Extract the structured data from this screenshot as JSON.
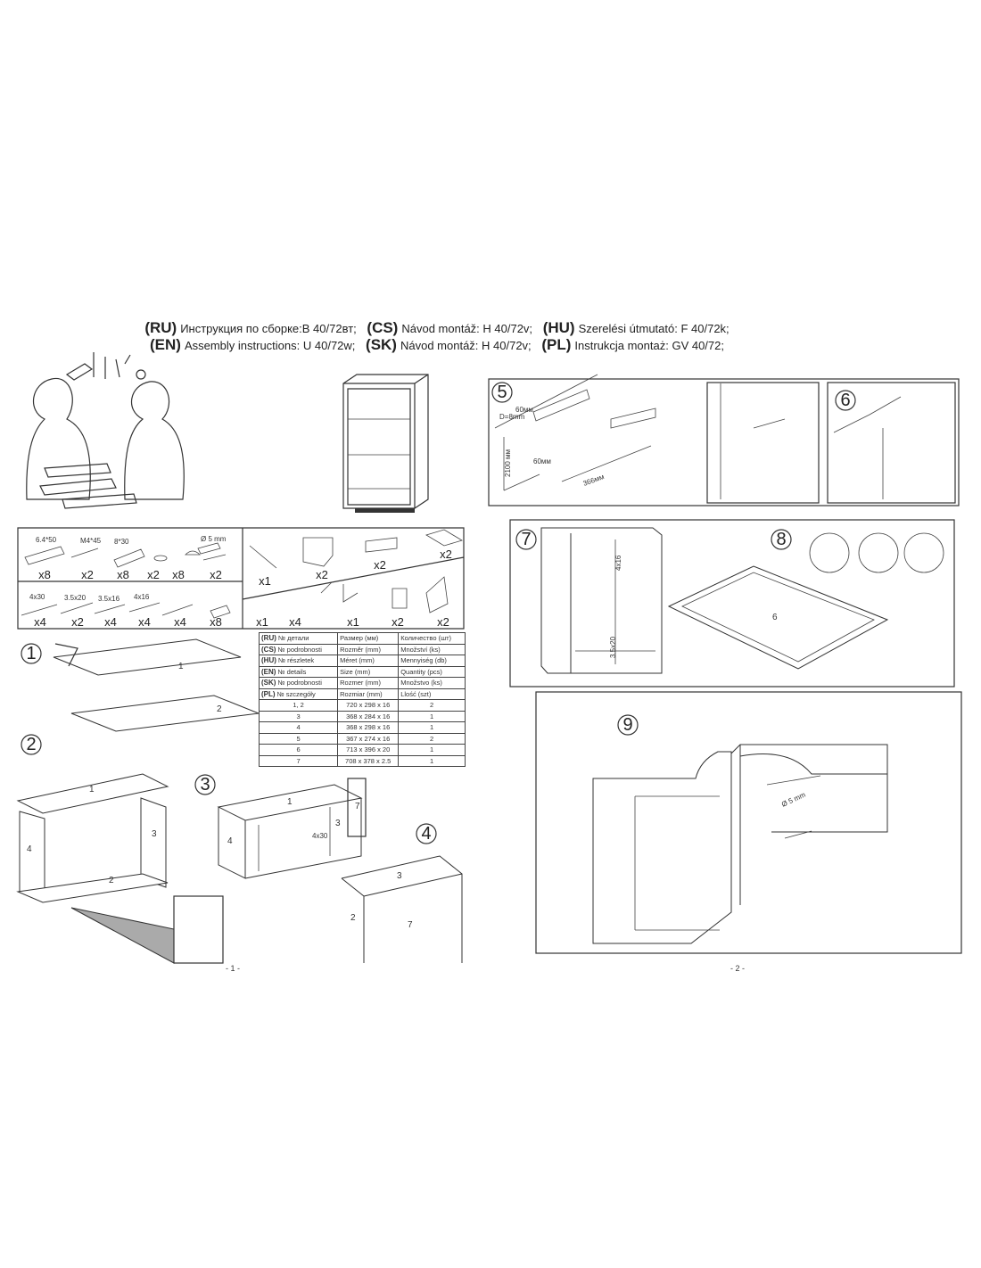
{
  "header": {
    "line1": [
      {
        "code": "(RU)",
        "text": "Инструкция по сборке:В 40/72вт;"
      },
      {
        "code": "(CS)",
        "text": "Návod montáž: H 40/72v;"
      },
      {
        "code": "(HU)",
        "text": "Szerelési útmutató: F 40/72k;"
      }
    ],
    "line2": [
      {
        "code": "(EN)",
        "text": "Assembly instructions: U 40/72w;"
      },
      {
        "code": "(SK)",
        "text": "Návod montáž: H 40/72v;"
      },
      {
        "code": "(PL)",
        "text": "Instrukcja montaż: GV 40/72;"
      }
    ]
  },
  "hardware": {
    "row1": [
      {
        "label": "6.4*50",
        "count": "x8"
      },
      {
        "label": "M4*45",
        "count": "x2"
      },
      {
        "label": "8*30",
        "count": "x8"
      },
      {
        "label": "",
        "count": "x2"
      },
      {
        "label": "",
        "count": "x8"
      },
      {
        "label": "Ø 5 mm",
        "count": "x2"
      }
    ],
    "row2": [
      {
        "label": "4x30",
        "count": "x4"
      },
      {
        "label": "3.5x20",
        "count": "x2"
      },
      {
        "label": "3.5x16",
        "count": "x4"
      },
      {
        "label": "4x16",
        "count": "x4"
      },
      {
        "label": "",
        "count": "x4"
      },
      {
        "label": "",
        "count": "x8"
      }
    ],
    "right_top": [
      "x1",
      "x2",
      "x2",
      "x2"
    ],
    "right_bottom": [
      "x1",
      "x4",
      "x1",
      "x2",
      "x2"
    ]
  },
  "parts_table": {
    "header_rows": [
      {
        "code": "(RU)",
        "detail": "№ детали",
        "size": "Размер  (мм)",
        "qty": "Количество (шт)"
      },
      {
        "code": "(CS)",
        "detail": "№ podrobnosti",
        "size": "Rozměr (mm)",
        "qty": "Množství (ks)"
      },
      {
        "code": "(HU)",
        "detail": "№ részletek",
        "size": "Méret (mm)",
        "qty": "Mennyiség (db)"
      },
      {
        "code": "(EN)",
        "detail": "№ details",
        "size": "Size (mm)",
        "qty": "Quantity  (pcs)"
      },
      {
        "code": "(SK)",
        "detail": "№ podrobnosti",
        "size": "Rozmer (mm)",
        "qty": "Množstvo (ks)"
      },
      {
        "code": "(PL)",
        "detail": "№ szczegóły",
        "size": "Rozmiar (mm)",
        "qty": "Llość (szt)"
      }
    ],
    "rows": [
      {
        "part": "1, 2",
        "size": "720 x 298 x 16",
        "qty": "2"
      },
      {
        "part": "3",
        "size": "368 x 284 x 16",
        "qty": "1"
      },
      {
        "part": "4",
        "size": "368 x 298 x 16",
        "qty": "1"
      },
      {
        "part": "5",
        "size": "367 x 274 x 16",
        "qty": "2"
      },
      {
        "part": "6",
        "size": "713 x 396 x 20",
        "qty": "1"
      },
      {
        "part": "7",
        "size": "708 x 378 x 2.5",
        "qty": "1"
      }
    ]
  },
  "steps": [
    "1",
    "2",
    "3",
    "4",
    "5",
    "6",
    "7",
    "8",
    "9"
  ],
  "part_labels": {
    "p1": "1",
    "p2": "2",
    "p3": "3",
    "p4": "4",
    "p6": "6",
    "p7": "7"
  },
  "dimensions": {
    "drill": "D=8mm",
    "spacing": "60мм",
    "spacing2": "60мм",
    "height": "2100 мм",
    "width": "366мм",
    "screw": "4x30",
    "drill2": "Ø 5 mm",
    "screw_a": "3.5x20",
    "screw_b": "4x16"
  },
  "pages": {
    "left": "- 1 -",
    "right": "- 2 -"
  }
}
